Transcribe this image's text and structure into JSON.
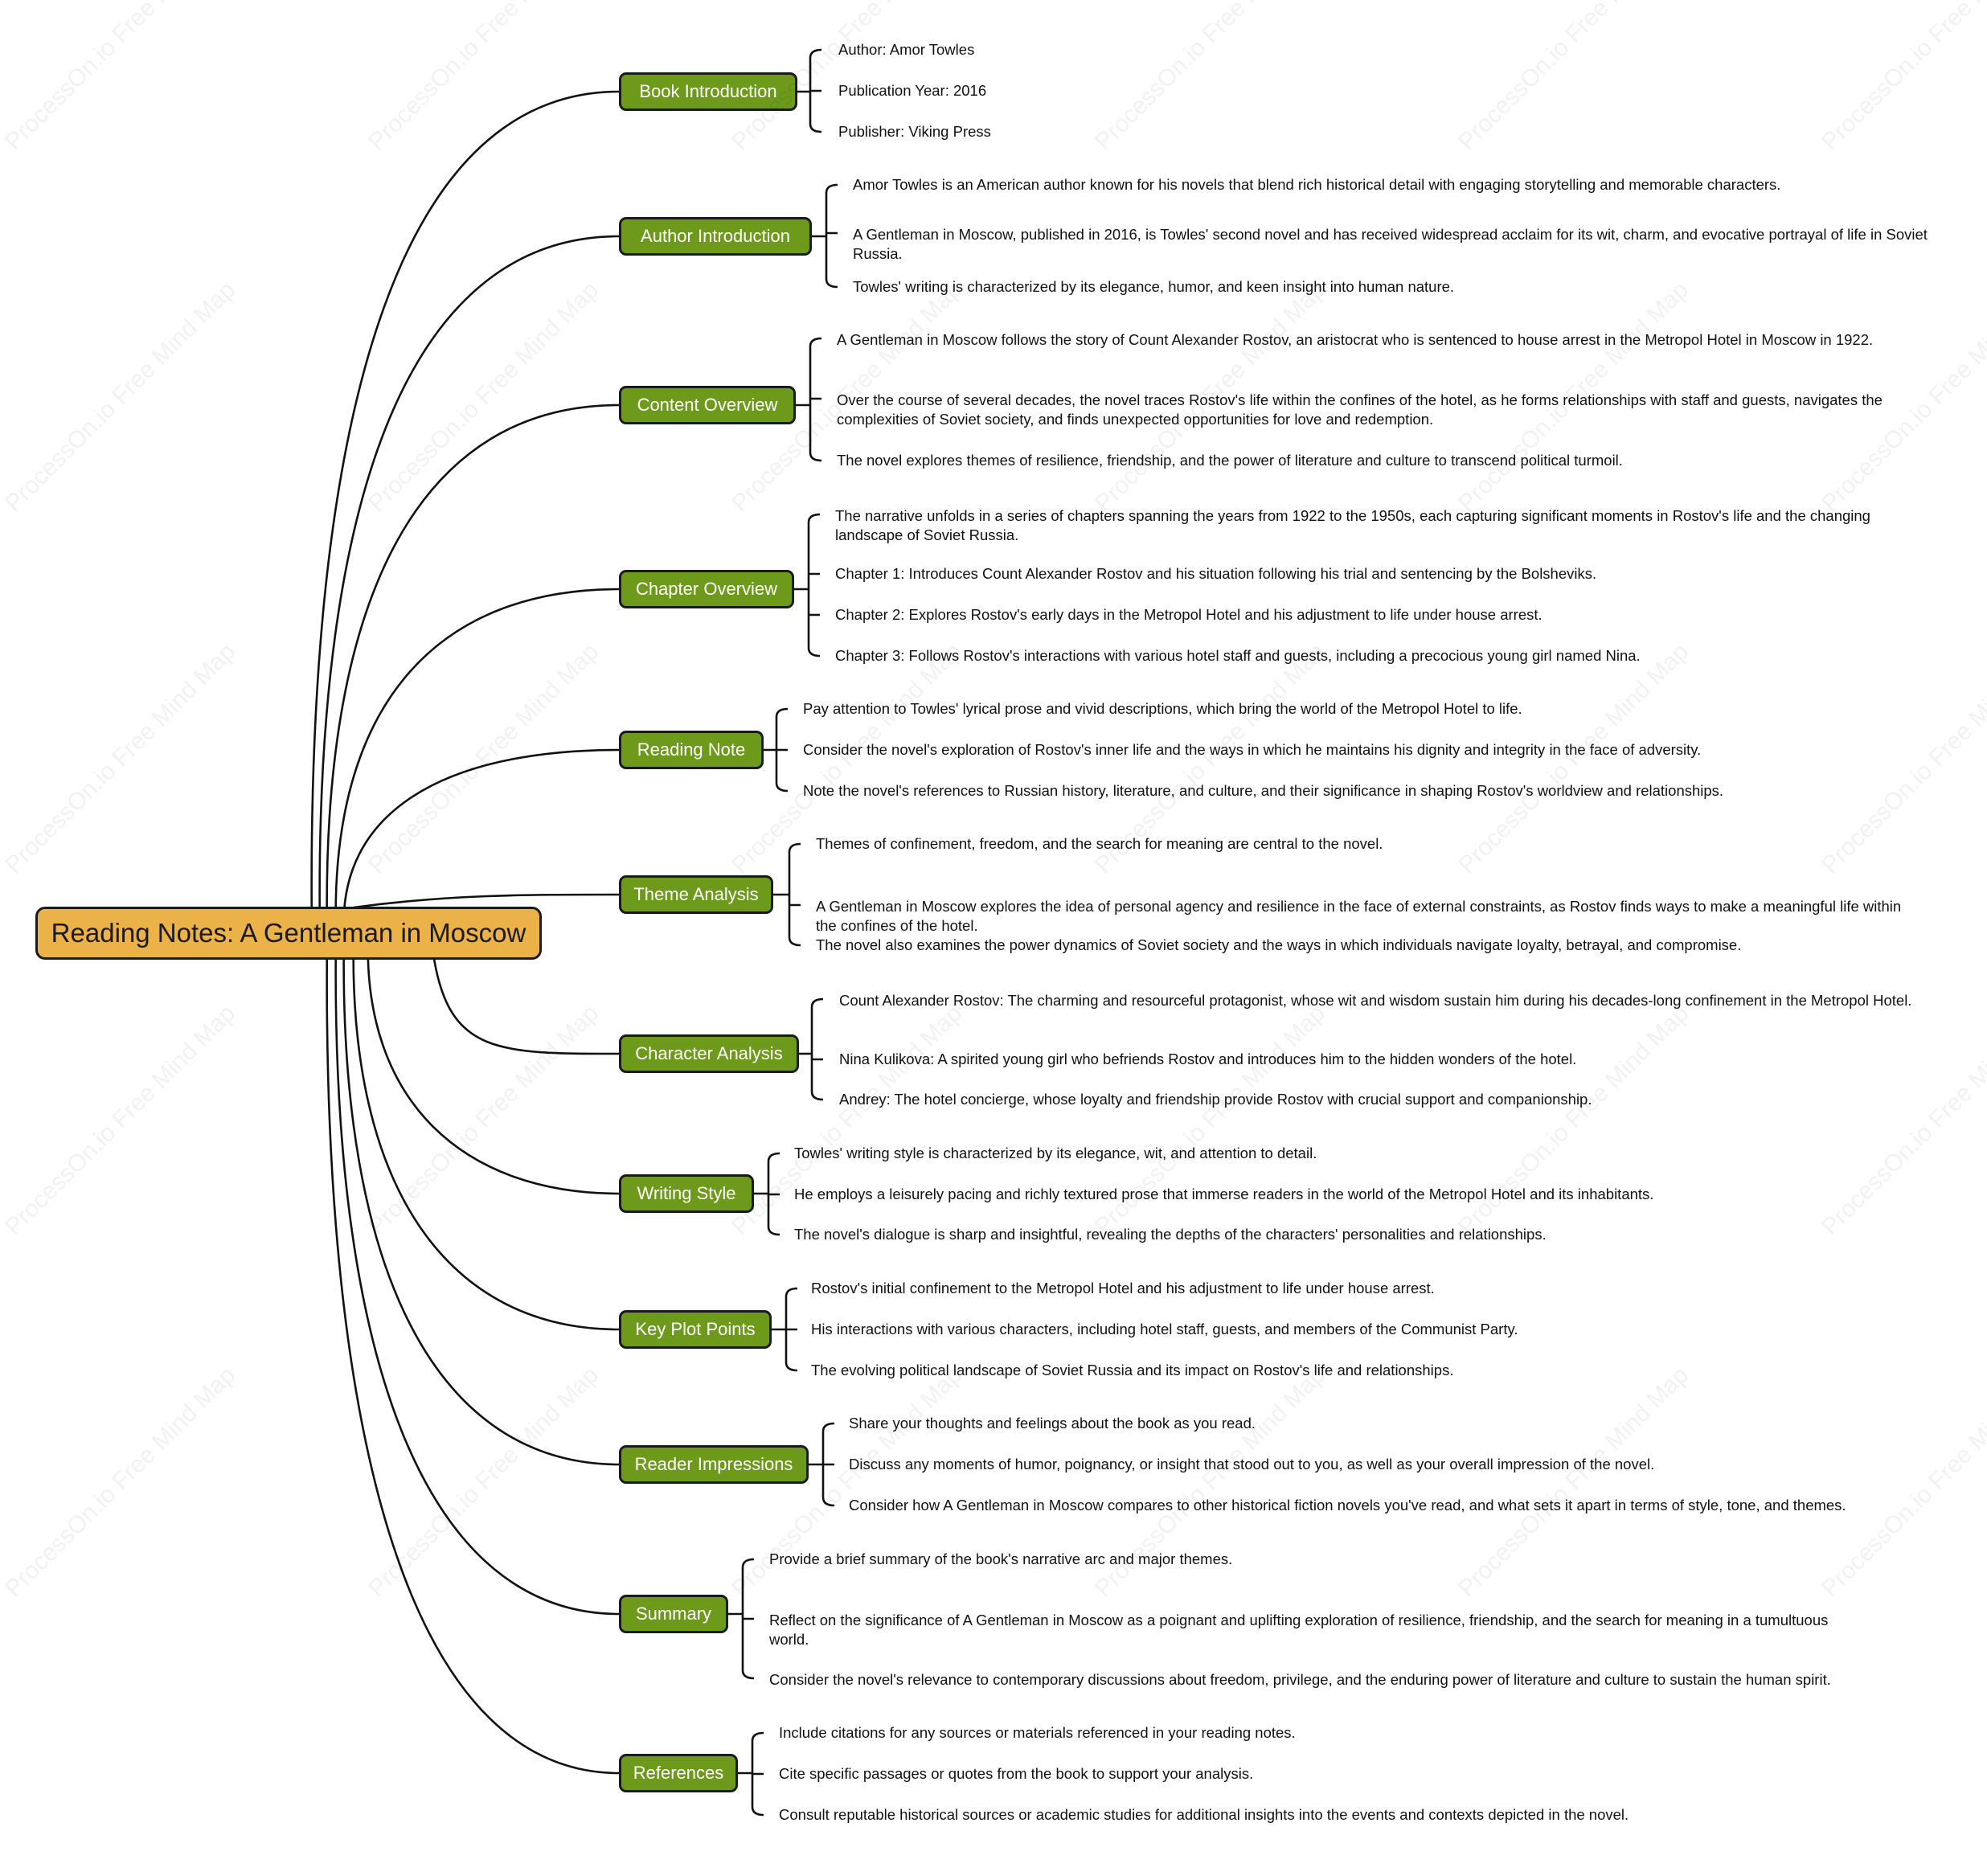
{
  "root": {
    "title": "Reading Notes: A Gentleman in Moscow"
  },
  "watermark": "ProcessOn.io Free Mind Map",
  "topics": [
    {
      "label": "Book Introduction",
      "items": [
        "Author: Amor Towles",
        "Publication Year: 2016",
        "Publisher: Viking Press"
      ]
    },
    {
      "label": "Author Introduction",
      "items": [
        "Amor Towles is an American author known for his novels that blend rich historical detail with engaging storytelling and memorable characters.",
        "A Gentleman in Moscow, published in 2016, is Towles' second novel and has received widespread acclaim for its wit, charm, and evocative portrayal of life in Soviet Russia.",
        "Towles' writing is characterized by its elegance, humor, and keen insight into human nature."
      ]
    },
    {
      "label": "Content Overview",
      "items": [
        "A Gentleman in Moscow follows the story of Count Alexander Rostov, an aristocrat who is sentenced to house arrest in the Metropol Hotel in Moscow in 1922.",
        "Over the course of several decades, the novel traces Rostov's life within the confines of the hotel, as he forms relationships with staff and guests, navigates the complexities of Soviet society, and finds unexpected opportunities for love and redemption.",
        "The novel explores themes of resilience, friendship, and the power of literature and culture to transcend political turmoil."
      ]
    },
    {
      "label": "Chapter Overview",
      "items": [
        "The narrative unfolds in a series of chapters spanning the years from 1922 to the 1950s, each capturing significant moments in Rostov's life and the changing landscape of Soviet Russia.",
        "Chapter 1: Introduces Count Alexander Rostov and his situation following his trial and sentencing by the Bolsheviks.",
        "Chapter 2: Explores Rostov's early days in the Metropol Hotel and his adjustment to life under house arrest.",
        "Chapter 3: Follows Rostov's interactions with various hotel staff and guests, including a precocious young girl named Nina."
      ]
    },
    {
      "label": "Reading Note",
      "items": [
        "Pay attention to Towles' lyrical prose and vivid descriptions, which bring the world of the Metropol Hotel to life.",
        "Consider the novel's exploration of Rostov's inner life and the ways in which he maintains his dignity and integrity in the face of adversity.",
        "Note the novel's references to Russian history, literature, and culture, and their significance in shaping Rostov's worldview and relationships."
      ]
    },
    {
      "label": "Theme Analysis",
      "items": [
        "Themes of confinement, freedom, and the search for meaning are central to the novel.",
        "A Gentleman in Moscow explores the idea of personal agency and resilience in the face of external constraints, as Rostov finds ways to make a meaningful life within the confines of the hotel.",
        "The novel also examines the power dynamics of Soviet society and the ways in which individuals navigate loyalty, betrayal, and compromise."
      ]
    },
    {
      "label": "Character Analysis",
      "items": [
        "Count Alexander Rostov: The charming and resourceful protagonist, whose wit and wisdom sustain him during his decades-long confinement in the Metropol Hotel.",
        "Nina Kulikova: A spirited young girl who befriends Rostov and introduces him to the hidden wonders of the hotel.",
        "Andrey: The hotel concierge, whose loyalty and friendship provide Rostov with crucial support and companionship."
      ]
    },
    {
      "label": "Writing Style",
      "items": [
        "Towles' writing style is characterized by its elegance, wit, and attention to detail.",
        "He employs a leisurely pacing and richly textured prose that immerse readers in the world of the Metropol Hotel and its inhabitants.",
        "The novel's dialogue is sharp and insightful, revealing the depths of the characters' personalities and relationships."
      ]
    },
    {
      "label": "Key Plot Points",
      "items": [
        "Rostov's initial confinement to the Metropol Hotel and his adjustment to life under house arrest.",
        "His interactions with various characters, including hotel staff, guests, and members of the Communist Party.",
        "The evolving political landscape of Soviet Russia and its impact on Rostov's life and relationships."
      ]
    },
    {
      "label": "Reader Impressions",
      "items": [
        "Share your thoughts and feelings about the book as you read.",
        "Discuss any moments of humor, poignancy, or insight that stood out to you, as well as your overall impression of the novel.",
        "Consider how A Gentleman in Moscow compares to other historical fiction novels you've read, and what sets it apart in terms of style, tone, and themes."
      ]
    },
    {
      "label": "Summary",
      "items": [
        "Provide a brief summary of the book's narrative arc and major themes.",
        "Reflect on the significance of A Gentleman in Moscow as a poignant and uplifting exploration of resilience, friendship, and the search for meaning in a tumultuous world.",
        "Consider the novel's relevance to contemporary discussions about freedom, privilege, and the enduring power of literature and culture to sustain the human spirit."
      ]
    },
    {
      "label": "References",
      "items": [
        "Include citations for any sources or materials referenced in your reading notes.",
        "Cite specific passages or quotes from the book to support your analysis.",
        "Consult reputable historical sources or academic studies for additional insights into the events and contexts depicted in the novel."
      ]
    }
  ]
}
